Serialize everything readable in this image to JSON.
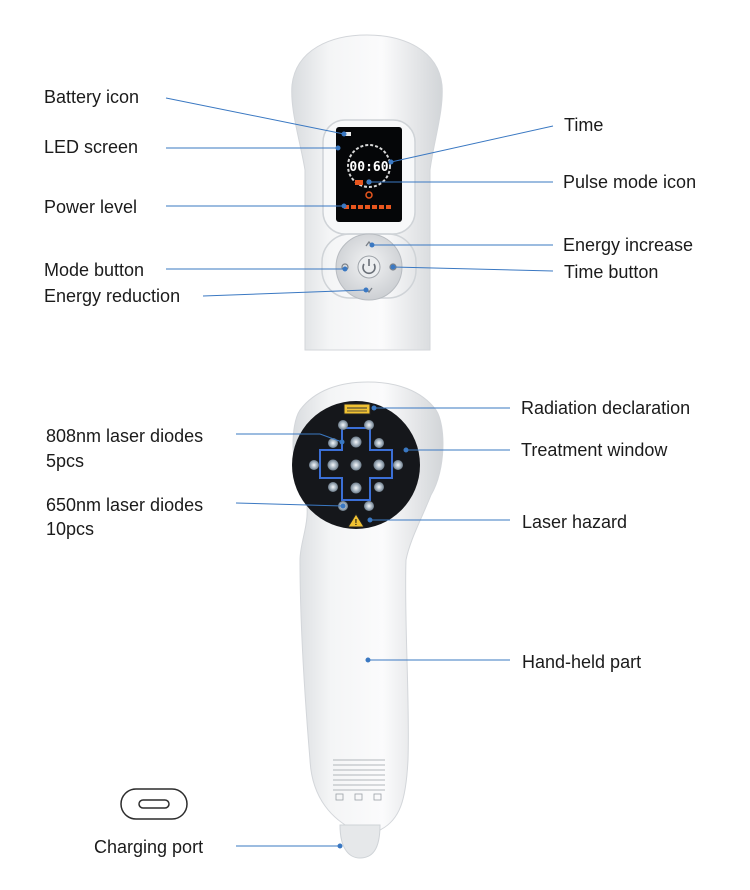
{
  "top_labels": {
    "battery_icon": "Battery icon",
    "led_screen": "LED screen",
    "power_level": "Power level",
    "mode_button": "Mode button",
    "energy_reduction": "Energy reduction",
    "time": "Time",
    "pulse_mode_icon": "Pulse mode icon",
    "energy_increase": "Energy increase",
    "time_button": "Time button"
  },
  "screen": {
    "time_readout": "00:60"
  },
  "bottom_labels": {
    "diodes_808_line1": "808nm laser diodes",
    "diodes_808_line2": "5pcs",
    "diodes_650_line1": "650nm laser diodes",
    "diodes_650_line2": "10pcs",
    "radiation_declaration": "Radiation declaration",
    "treatment_window": "Treatment window",
    "laser_hazard": "Laser hazard",
    "hand_held_part": "Hand-held part",
    "charging_port": "Charging port"
  },
  "colors": {
    "leader_line": "#3a78c2",
    "device_body": "#eef0f2",
    "screen_orange": "#e8561e",
    "treatment_window": "#15171b"
  }
}
